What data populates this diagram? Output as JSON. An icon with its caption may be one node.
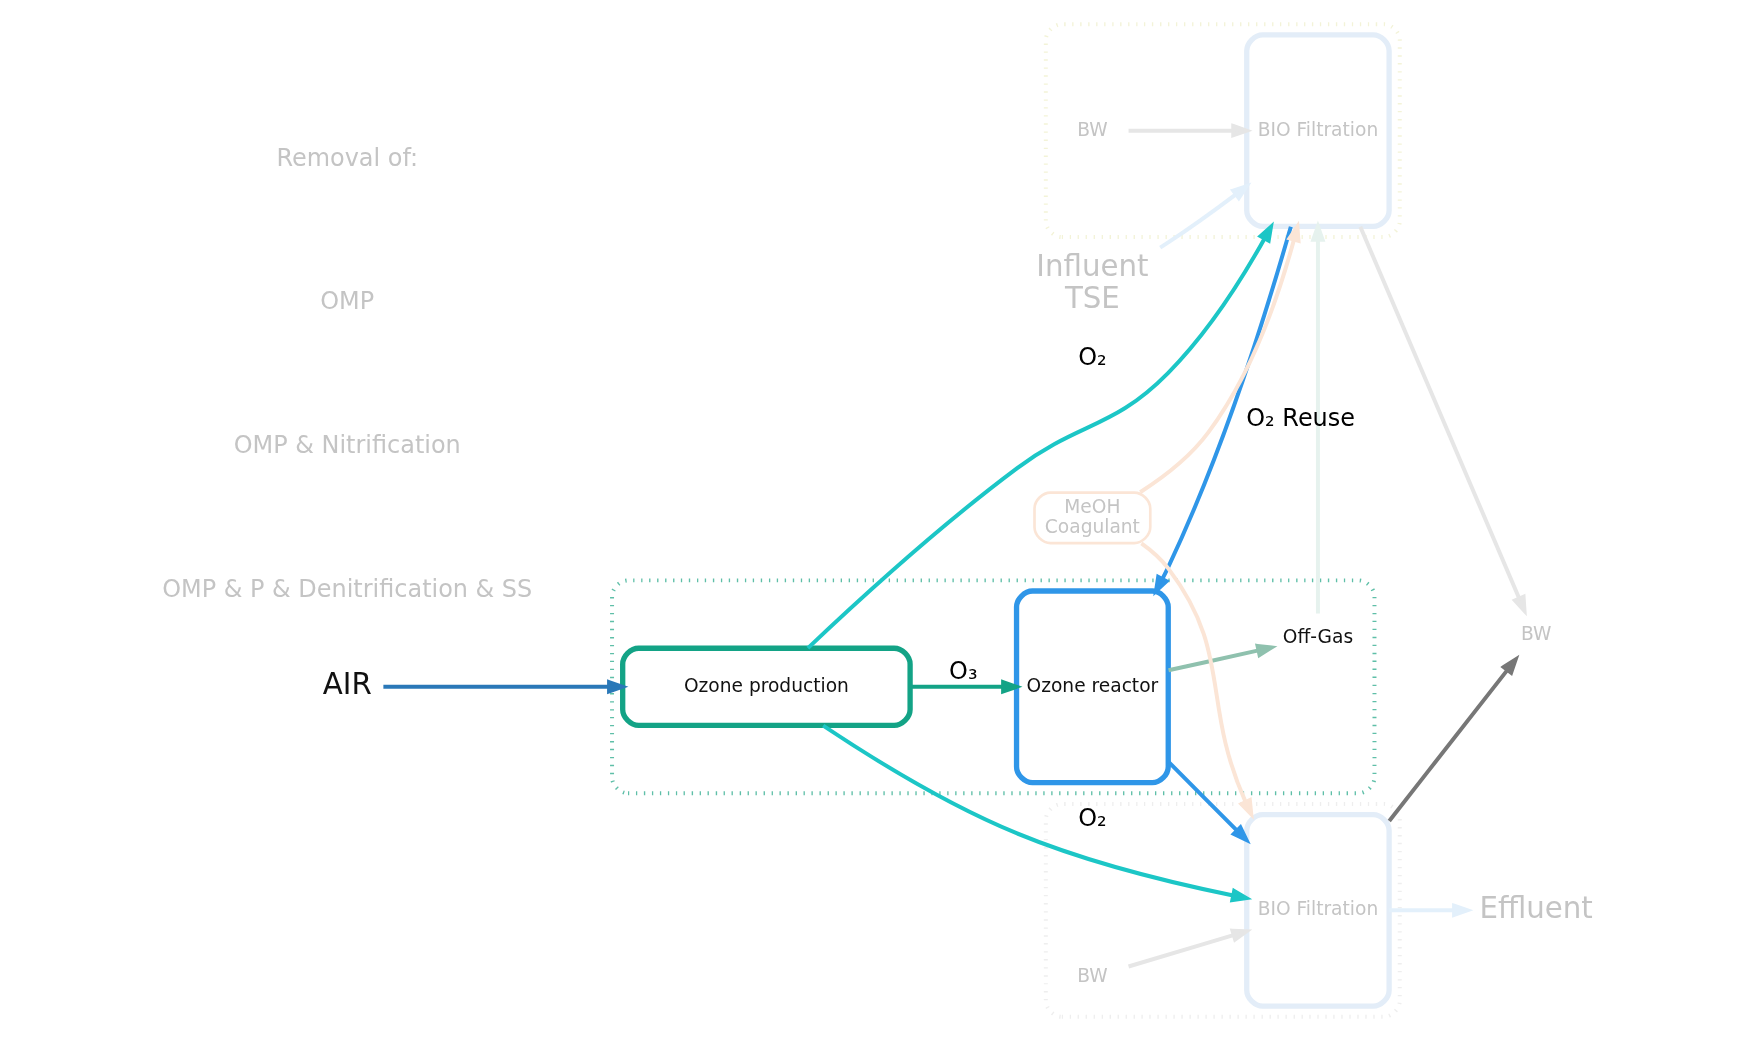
{
  "diagram": {
    "nodes": [
      {
        "text": [
          "Influent",
          "TSE"
        ]
      },
      {
        "text": [],
        "shape": "box"
      },
      {
        "text": [
          "BIO Filtration"
        ],
        "in": 1
      },
      {
        "text": [],
        "shape": "box"
      },
      {
        "text": [
          "Ozone reactor"
        ],
        "in": 3
      },
      {
        "text": [
          "Off-Gas"
        ],
        "in": 3
      },
      {
        "text": [
          "Ozone production"
        ],
        "in": 3
      },
      {
        "text": [
          "AIR"
        ]
      },
      {
        "text": [],
        "shape": "box"
      },
      {
        "text": [
          "BIO Filtration"
        ],
        "in": 8
      },
      {
        "text": [
          "Effluent"
        ]
      },
      {
        "text": [
          "MeOH",
          "Coagulant"
        ]
      },
      {
        "text": [
          "BW"
        ]
      },
      {
        "text": [
          "BW"
        ],
        "in": 1
      },
      {
        "text": [
          "BW"
        ],
        "in": 8
      }
    ],
    "edges": [
      {
        "from": 0,
        "to": 2,
        "arrow": "to",
        "color": "#e3f0fb"
      },
      {
        "from": 2,
        "to": 4,
        "arrow": "to",
        "color": "#2f96e8"
      },
      {
        "from": 4,
        "to": 9,
        "arrow": "to",
        "color": "#2f96e8"
      },
      {
        "from": 9,
        "to": 10,
        "arrow": "to",
        "color": "#e3f0fb"
      },
      {
        "from": 7,
        "to": 6,
        "arrow": "to",
        "color": "#2a78b8"
      },
      {
        "from": 6,
        "to": 4,
        "arrow": "to",
        "label": "O₃",
        "color": "#13a386"
      },
      {
        "from": 4,
        "to": 5,
        "arrow": "to",
        "color": "#8fc1ae"
      },
      {
        "from": 5,
        "to": 2,
        "arrow": "to",
        "label": "O₂ Reuse",
        "color": "#e6f2ee"
      },
      {
        "from": 6,
        "to": 2,
        "arrow": "to",
        "label": "O₂",
        "color": "#1cc6c6"
      },
      {
        "from": 6,
        "to": 9,
        "arrow": "to",
        "label": "O₂",
        "color": "#1cc6c6"
      },
      {
        "from": 11,
        "to": 2,
        "arrow": "to",
        "color": "#fbe5d6"
      },
      {
        "from": 11,
        "to": 9,
        "arrow": "to",
        "color": "#fbe5d6"
      },
      {
        "from": 2,
        "to": 12,
        "arrow": "to",
        "color": "#e6e6e6"
      },
      {
        "from": 9,
        "to": 12,
        "arrow": "to",
        "color": "#777777"
      },
      {
        "from": 13,
        "to": 2,
        "arrow": "to",
        "color": "#e6e6e6"
      },
      {
        "from": 14,
        "to": 9,
        "arrow": "to",
        "color": "#e6e6e6"
      }
    ],
    "labels": [
      "Removal of:",
      "OMP",
      "OMP & Nitrification",
      "OMP & P & Denitrification & SS"
    ]
  }
}
